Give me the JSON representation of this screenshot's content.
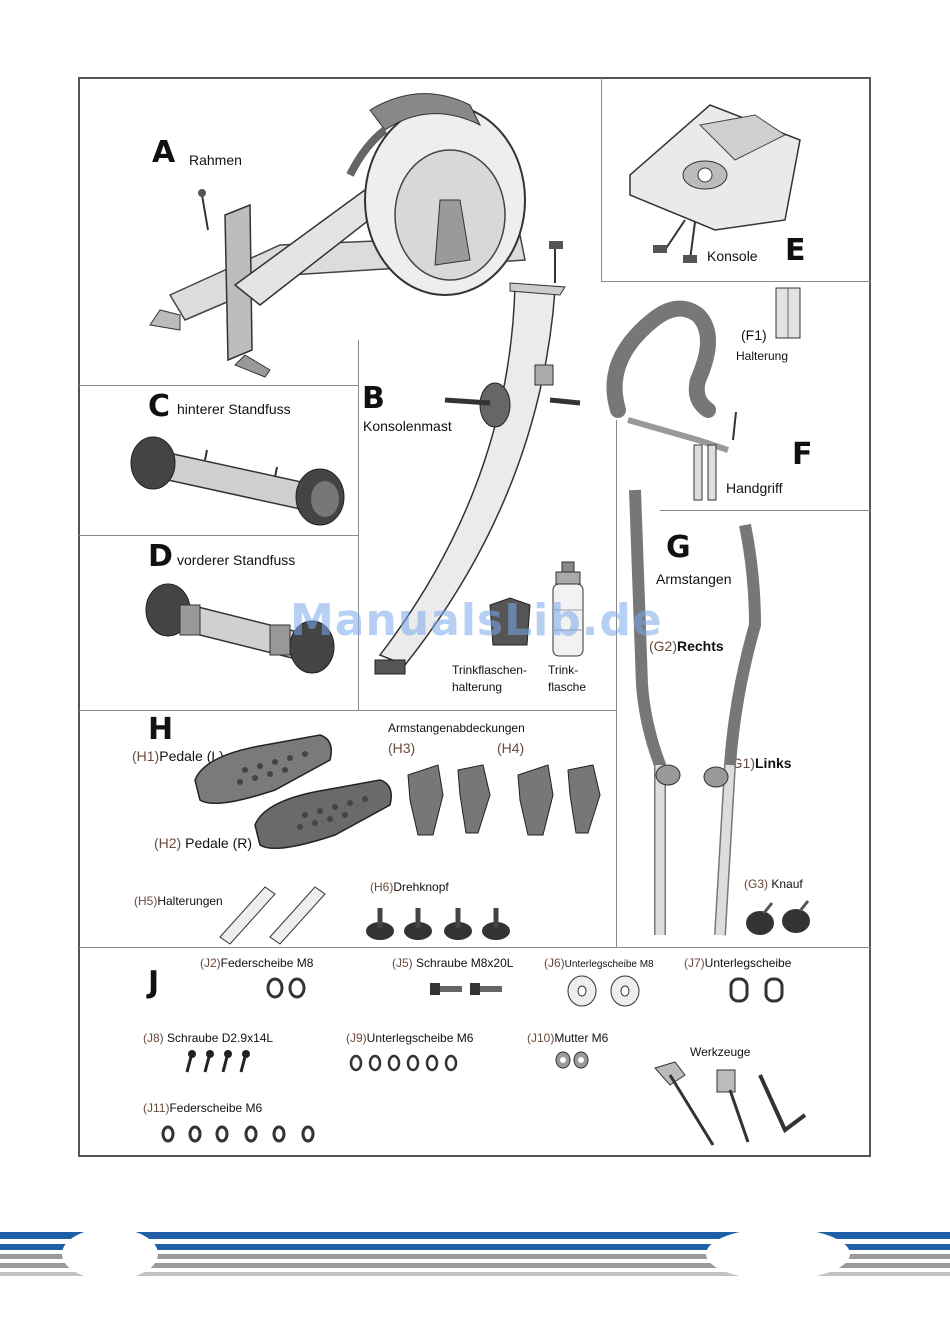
{
  "parts": {
    "A": {
      "letter": "A",
      "label": "Rahmen"
    },
    "B": {
      "letter": "B",
      "label": "Konsolenmast"
    },
    "C": {
      "letter": "C",
      "label": "hinterer Standfuss"
    },
    "D": {
      "letter": "D",
      "label": "vorderer Standfuss"
    },
    "E": {
      "letter": "E",
      "label": "Konsole"
    },
    "F": {
      "letter": "F",
      "label": "Handgriff",
      "F1_code": "(F1)",
      "F1_label": "Halterung"
    },
    "G": {
      "letter": "G",
      "label": "Armstangen",
      "G2_code": "(G2)",
      "G2_label": "Rechts",
      "G1_code": "(G1)",
      "G1_label": "Links",
      "G3_code": "(G3)",
      "G3_label": "Knauf"
    },
    "bottle_holder": {
      "line1": "Trinkflaschen-",
      "line2": "halterung"
    },
    "bottle": {
      "line1": "Trink-",
      "line2": "flasche"
    },
    "H": {
      "letter": "H",
      "H1_code": "(H1)",
      "H1_label": "Pedale (L)",
      "H2_code": "(H2)",
      "H2_label": "Pedale (R)",
      "covers_label": "Armstangenabdeckungen",
      "H3_code": "(H3)",
      "H4_code": "(H4)",
      "H5_code": "(H5)",
      "H5_label": "Halterungen",
      "H6_code": "(H6)",
      "H6_label": "Drehknopf"
    },
    "J": {
      "letter": "J",
      "J2_code": "(J2)",
      "J2_label": "Federscheibe M8",
      "J5_code": "(J5)",
      "J5_label": "Schraube M8x20L",
      "J6_code": "(J6)",
      "J6_label": "Unterlegscheibe M8",
      "J7_code": "(J7)",
      "J7_label": "Unterlegscheibe",
      "J8_code": "(J8)",
      "J8_label": "Schraube D2.9x14L",
      "J9_code": "(J9)",
      "J9_label": "Unterlegscheibe M6",
      "J10_code": "(J10)",
      "J10_label": "Mutter M6",
      "J11_code": "(J11)",
      "J11_label": "Federscheibe M6",
      "tools_label": "Werkzeuge"
    }
  },
  "watermark": "ManualsLib.de",
  "colors": {
    "stripe_blue": "#1f5fa8",
    "stripe_gray": "#9a9a9a",
    "frame": "#555555",
    "code_text": "#6a4a3a",
    "watermark": "#78aaeb"
  }
}
